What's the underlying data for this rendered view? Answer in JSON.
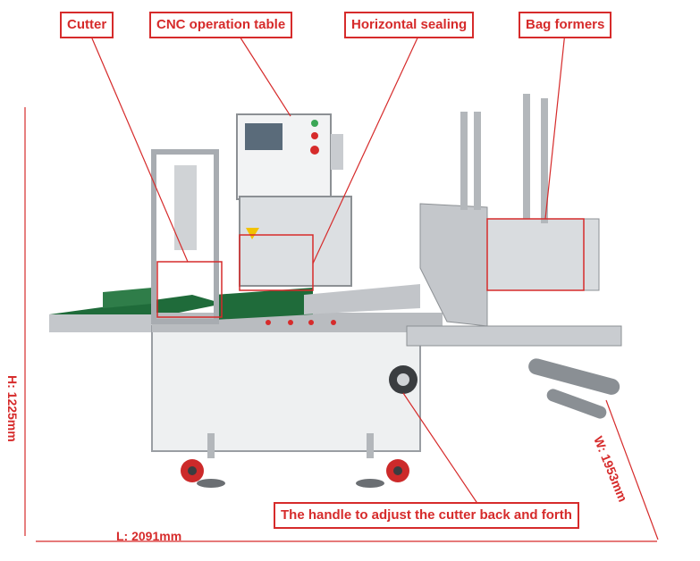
{
  "callouts": {
    "cutter": "Cutter",
    "cnc_table": "CNC operation table",
    "horizontal_sealing": "Horizontal sealing",
    "bag_formers": "Bag formers",
    "handle": "The handle to adjust the cutter back and forth"
  },
  "dimensions": {
    "height": "H: 1225mm",
    "length": "L: 2091mm",
    "width": "W: 1953mm"
  },
  "colors": {
    "accent": "#d62b2b",
    "conveyor_belt": "#1f6b3a",
    "steel": "#b9bcc0",
    "panel": "#eef0f1"
  }
}
